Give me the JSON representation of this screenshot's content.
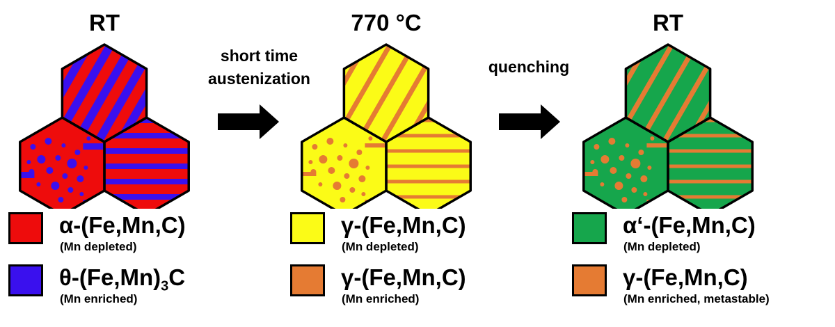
{
  "colors": {
    "alpha": "#ee0c0c",
    "theta": "#3a10ee",
    "gamma_depleted": "#fbfb17",
    "gamma_enriched": "#e57b33",
    "alpha_prime": "#16a64c",
    "outline": "#000000"
  },
  "panels": [
    {
      "title": "RT",
      "matrix_color": "#ee0c0c",
      "feature_color": "#3a10ee",
      "legend": [
        {
          "color": "#ee0c0c",
          "label": "α-(Fe,Mn,C)",
          "label_sub": "",
          "label_tail": "",
          "sub": "(Mn depleted)"
        },
        {
          "color": "#3a10ee",
          "label": "θ-(Fe,Mn)",
          "label_sub": "3",
          "label_tail": "C",
          "sub": "(Mn enriched)"
        }
      ]
    },
    {
      "title": "770 °C",
      "matrix_color": "#fbfb17",
      "feature_color": "#e57b33",
      "legend": [
        {
          "color": "#fbfb17",
          "label": "γ-(Fe,Mn,C)",
          "label_sub": "",
          "label_tail": "",
          "sub": "(Mn depleted)"
        },
        {
          "color": "#e57b33",
          "label": "γ-(Fe,Mn,C)",
          "label_sub": "",
          "label_tail": "",
          "sub": "(Mn enriched)"
        }
      ]
    },
    {
      "title": "RT",
      "matrix_color": "#16a64c",
      "feature_color": "#e57b33",
      "legend": [
        {
          "color": "#16a64c",
          "label": "α‘-(Fe,Mn,C)",
          "label_sub": "",
          "label_tail": "",
          "sub": "(Mn depleted)"
        },
        {
          "color": "#e57b33",
          "label": "γ-(Fe,Mn,C)",
          "label_sub": "",
          "label_tail": "",
          "sub": "(Mn enriched, metastable)"
        }
      ]
    }
  ],
  "steps": [
    {
      "label_line1": "short time",
      "label_line2": "austenization"
    },
    {
      "label_line1": "quenching",
      "label_line2": ""
    }
  ]
}
